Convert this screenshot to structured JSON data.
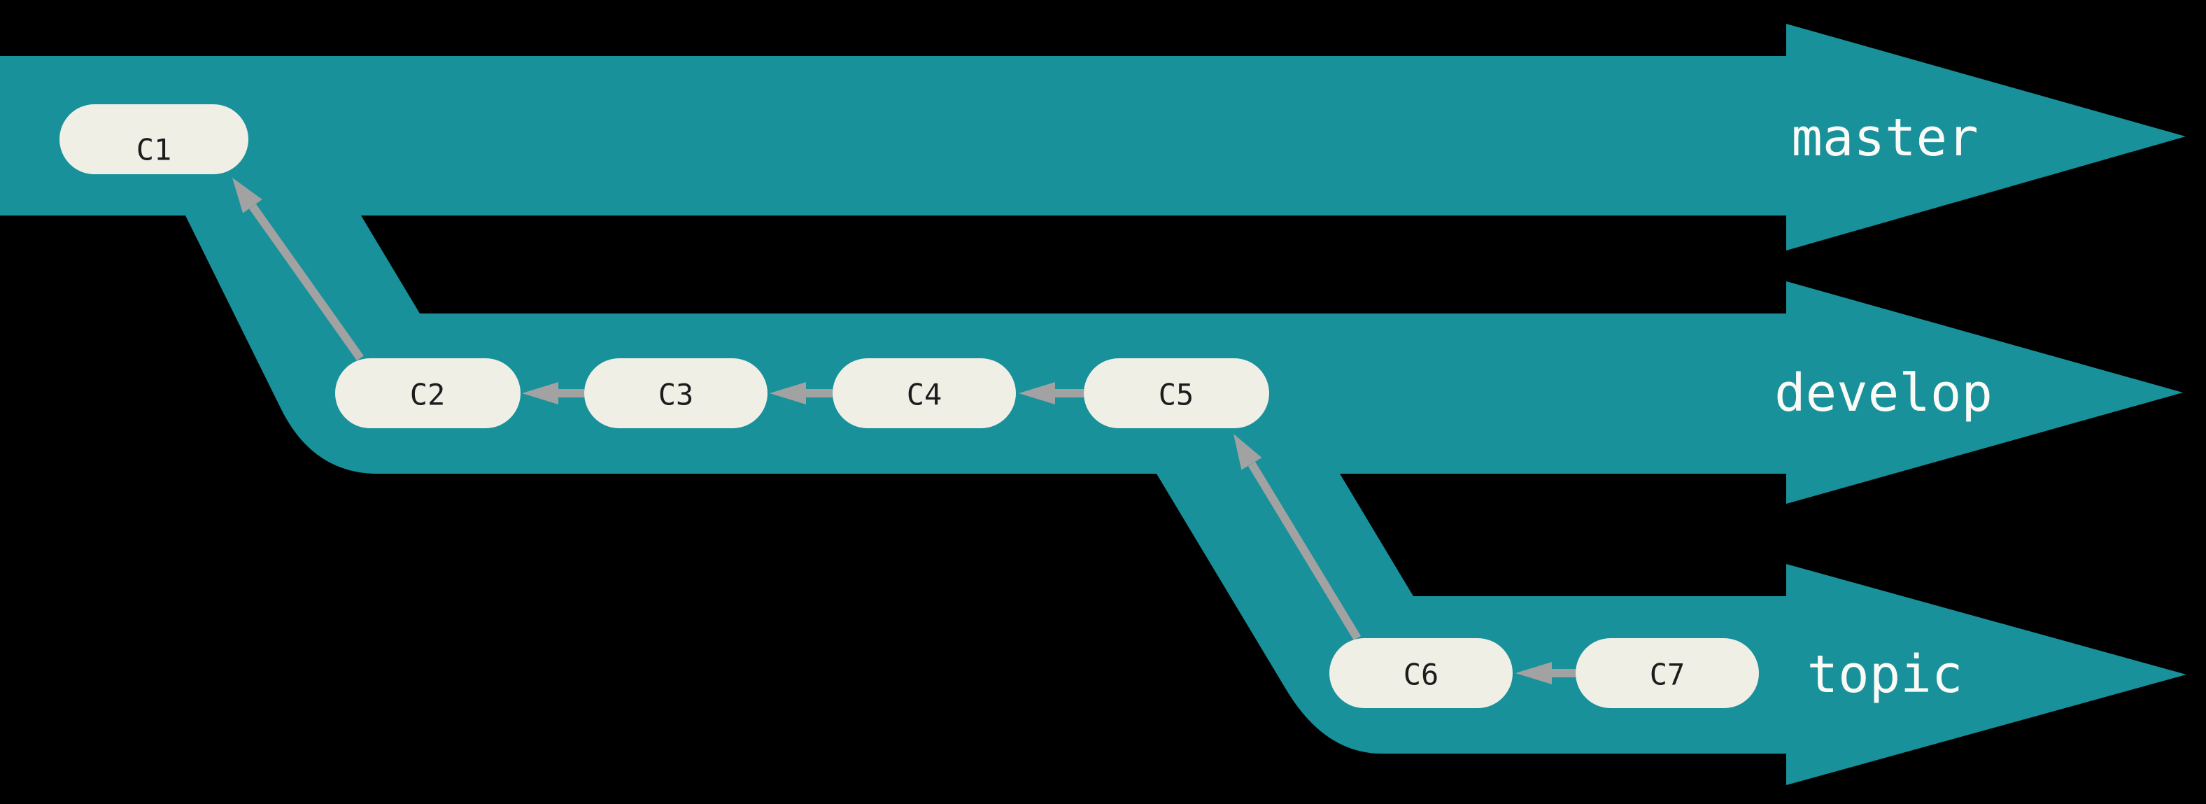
{
  "diagram": {
    "kind": "git-branch-flow",
    "background": "#000000"
  },
  "colors": {
    "band_teal": "#18919A",
    "node_fill": "#F0EFE6",
    "node_text": "#1C1C1C",
    "arrow_gray": "#A2A2A2",
    "branch_label_text": "#FAFAF7"
  },
  "branches": [
    {
      "name": "master"
    },
    {
      "name": "develop"
    },
    {
      "name": "topic"
    }
  ],
  "commits": [
    {
      "id": "C1",
      "branch": "master"
    },
    {
      "id": "C2",
      "branch": "develop"
    },
    {
      "id": "C3",
      "branch": "develop"
    },
    {
      "id": "C4",
      "branch": "develop"
    },
    {
      "id": "C5",
      "branch": "develop"
    },
    {
      "id": "C6",
      "branch": "topic"
    },
    {
      "id": "C7",
      "branch": "topic"
    }
  ],
  "edges": [
    {
      "from": "C2",
      "to": "C1"
    },
    {
      "from": "C3",
      "to": "C2"
    },
    {
      "from": "C4",
      "to": "C3"
    },
    {
      "from": "C5",
      "to": "C4"
    },
    {
      "from": "C6",
      "to": "C5"
    },
    {
      "from": "C7",
      "to": "C6"
    }
  ]
}
